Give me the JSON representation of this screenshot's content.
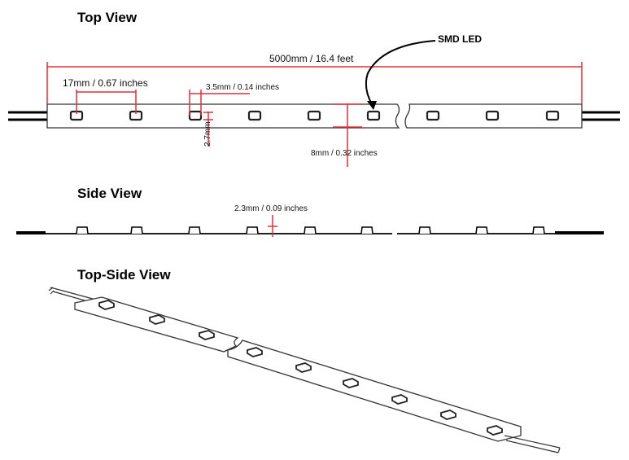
{
  "top_view": {
    "title": "Top View",
    "length_label": "5000mm / 16.4 feet",
    "pitch_label": "17mm / 0.67 inches",
    "led_size_label": "3.5mm / 0.14 inches",
    "led_height_label": "2.7mm",
    "width_label": "8mm / 0.32 inches",
    "callout_label": "SMD LED"
  },
  "side_view": {
    "title": "Side View",
    "thickness_label": "2.3mm / 0.09 inches"
  },
  "top_side_view": {
    "title": "Top-Side View"
  },
  "colors": {
    "dimension": "#e0303a",
    "outline": "#222222"
  }
}
